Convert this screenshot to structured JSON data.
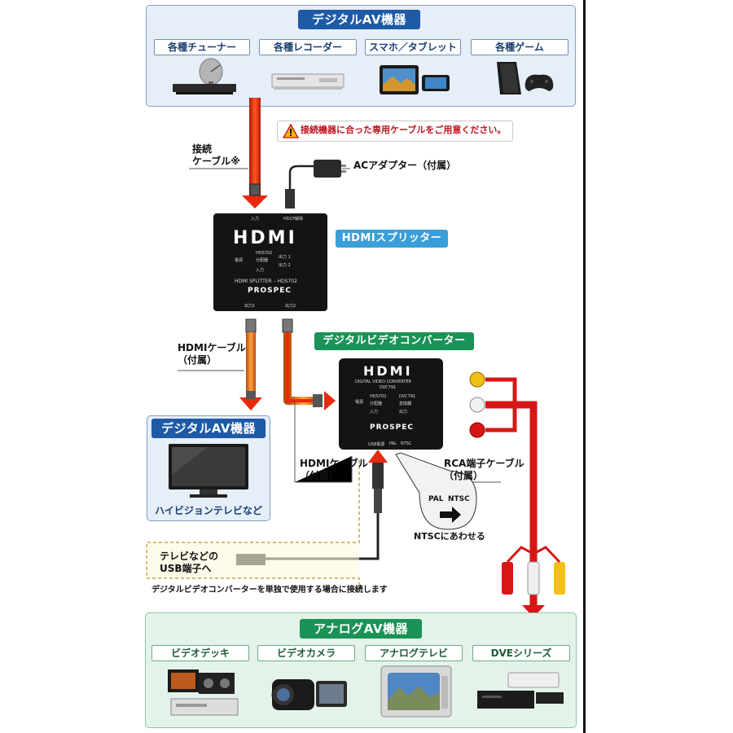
{
  "top_panel": {
    "title": "デジタルAV機器",
    "items": [
      "各種チューナー",
      "各種レコーダー",
      "スマホ／タブレット",
      "各種ゲーム"
    ]
  },
  "warning": "接続機器に合った専用ケーブルをご用意ください。",
  "labels": {
    "connect_cable_1": "接続",
    "connect_cable_2": "ケーブル※",
    "ac_adapter": "ACアダプター（付属）",
    "hdmi_cable_1": "HDMIケーブル",
    "hdmi_cable_1b": "（付属）",
    "hdmi_cable_2": "HDMIケーブル",
    "hdmi_cable_2b": "（付属）",
    "rca_cable": "RCA端子ケーブル",
    "rca_cable_b": "（付属）",
    "usb_target_1": "テレビなどの",
    "usb_target_2": "USB端子へ",
    "usb_note": "デジタルビデオコンバーターを単独で使用する場合に接続します",
    "ntsc_note": "NTSCにあわせる",
    "pal": "PAL",
    "ntsc": "NTSC"
  },
  "splitter": {
    "tag": "HDMIスプリッター",
    "logo": "HDMI",
    "model": "HDMI SPLITTER – HDS702",
    "brand": "PROSPEC",
    "top_labels": [
      "入力",
      "HDCP解除"
    ],
    "bottom_labels": [
      "出力1",
      "出力2"
    ],
    "diagram": [
      "電源",
      "分配器",
      "出力 1",
      "出力 2",
      "入力",
      "HDS702"
    ]
  },
  "converter": {
    "tag": "デジタルビデオコンバーター",
    "logo": "HDMI",
    "model": "DIGITAL VIDEO CONVERTER",
    "model_no": "DVC791",
    "brand": "PROSPEC",
    "diagram": [
      "電源",
      "分配器",
      "変換器",
      "入力",
      "出力",
      "HDS702",
      "DVC791"
    ],
    "bottom_labels": [
      "USB電源",
      "PAL",
      "NTSC"
    ]
  },
  "tv_panel": {
    "title": "デジタルAV機器",
    "caption": "ハイビジョンテレビなど"
  },
  "bottom_panel": {
    "title": "アナログAV機器",
    "items": [
      "ビデオデッキ",
      "ビデオカメラ",
      "アナログテレビ",
      "DVEシリーズ"
    ]
  },
  "colors": {
    "header_blue": "#1e5aa6",
    "header_green": "#1b9256",
    "hdmi_cable": "#e8290f",
    "rca_red": "#d81616",
    "warning_red": "#c0121b"
  }
}
